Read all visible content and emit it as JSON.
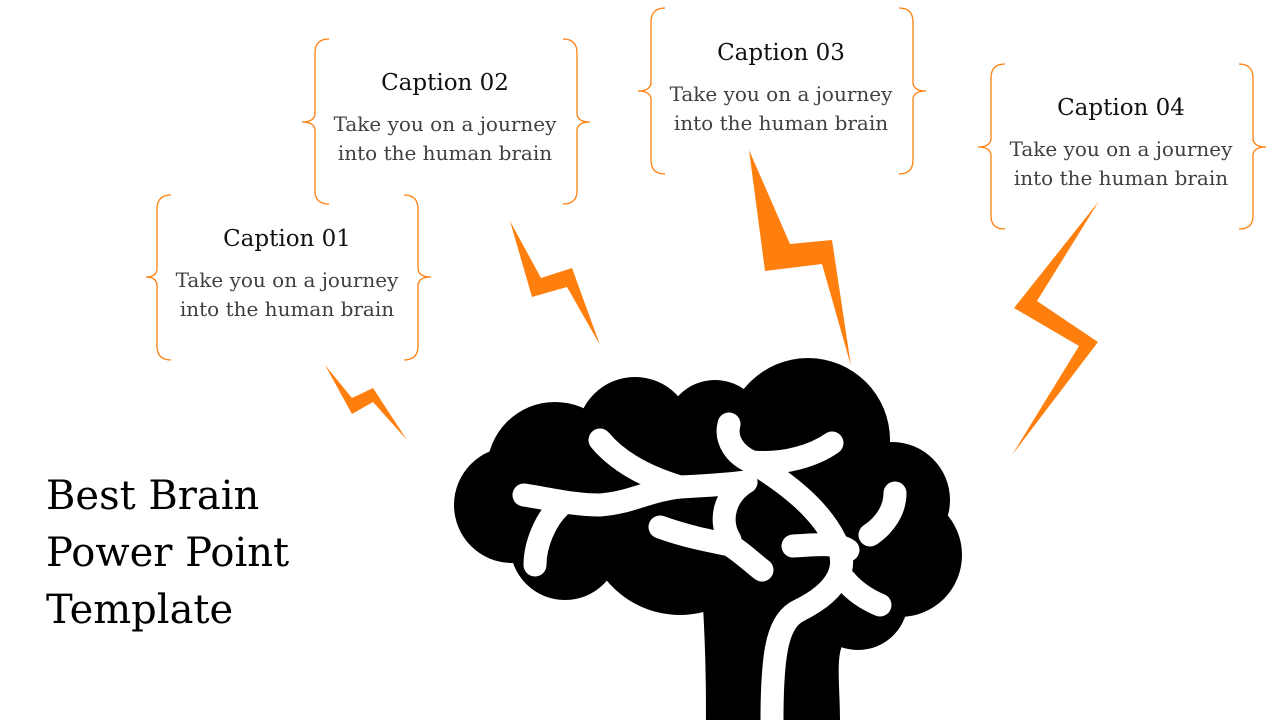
{
  "slide": {
    "title_lines": [
      "Best Brain",
      "Power Point",
      "Template"
    ],
    "captions": [
      {
        "title": "Caption 01",
        "body": "Take you on a journey into the human brain"
      },
      {
        "title": "Caption 02",
        "body": "Take you on a journey into the human brain"
      },
      {
        "title": "Caption 03",
        "body": "Take you on a journey into the human brain"
      },
      {
        "title": "Caption 04",
        "body": "Take you on a journey into the human brain"
      }
    ]
  },
  "colors": {
    "accent": "#ff7f0e",
    "brain": "#000000",
    "text": "#111111",
    "body_text": "#404040"
  },
  "icons": [
    "brain-icon",
    "lightning-bolt-icon",
    "bracket-icon"
  ]
}
